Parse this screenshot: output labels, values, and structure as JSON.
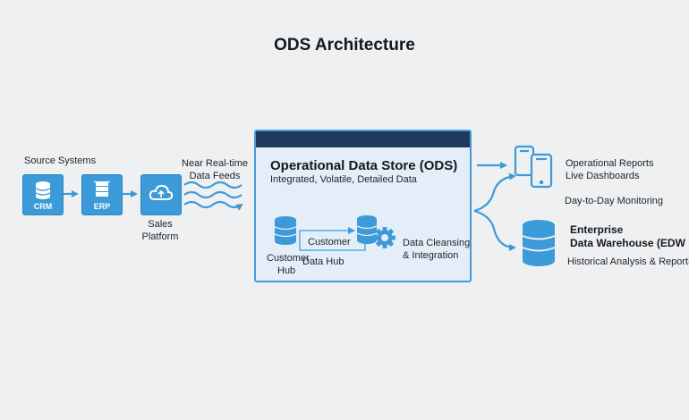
{
  "title": "ODS Architecture",
  "sources": {
    "heading": "Source Systems",
    "crm": "CRM",
    "erp": "ERP",
    "sales_line1": "Sales",
    "sales_line2": "Platform"
  },
  "feeds": {
    "line1": "Near Real-time",
    "line2": "Data Feeds"
  },
  "ods": {
    "title": "Operational Data Store (ODS)",
    "subtitle": "Integrated, Volatile, Detailed Data",
    "customer_hub_line1": "Customer",
    "customer_hub_line2": "Hub",
    "customer_data_hub_line1": "Customer",
    "customer_data_hub_line2": "Data Hub",
    "cleansing_line1": "Data Cleansing",
    "cleansing_line2": "& Integration"
  },
  "outputs": {
    "reports_line1": "Operational Reports",
    "reports_line2": "Live Dashboards",
    "monitoring": "Day-to-Day Monitoring",
    "edw_line1": "Enterprise",
    "edw_line2": "Data Warehouse (EDW",
    "edw_sub": "Historical Analysis & Reporting"
  },
  "colors": {
    "accent": "#3d9ad8",
    "panel_fill": "#e3eef8",
    "panel_header": "#1f3b5c",
    "background": "#eef0f1"
  },
  "icons": [
    "database-icon",
    "layers-icon",
    "cloud-upload-icon",
    "wave-feed-icon",
    "gear-icon",
    "mobile-devices-icon",
    "data-warehouse-icon"
  ]
}
